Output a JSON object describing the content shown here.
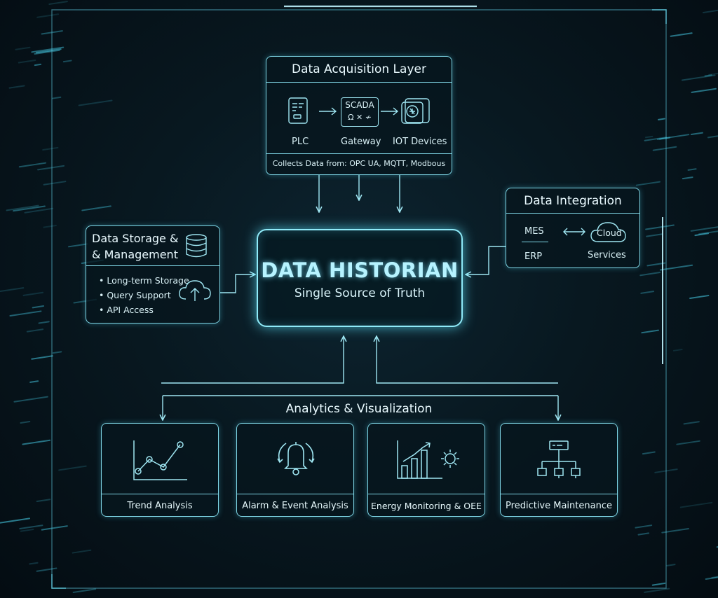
{
  "acquisition": {
    "title": "Data Acquisition Layer",
    "plc_label": "PLC",
    "scada_text": "SCADA",
    "scada_symbols": "Ω ✕ ≁",
    "gateway_label": "Gateway",
    "iot_label": "IOT Devices",
    "collects_text": "Collects Data from: OPC UA, MQTT, Modbous"
  },
  "storage": {
    "title_line1": "Data Storage &",
    "title_line2": "& Management",
    "bullets": [
      "• Long-term Storage",
      "• Query Support",
      "• API Access"
    ]
  },
  "historian": {
    "title": "DATA HISTORIAN",
    "subtitle": "Single Source of Truth"
  },
  "integration": {
    "title": "Data Integration",
    "mes_label": "MES",
    "erp_label": "ERP",
    "cloud_label": "Cloud",
    "services_label": "Services"
  },
  "analytics": {
    "title": "Analytics & Visualization",
    "panels": [
      {
        "label": "Trend Analysis",
        "icon": "line-chart-icon"
      },
      {
        "label": "Alarm & Event Analysis",
        "icon": "bell-icon"
      },
      {
        "label": "Energy Monitoring & OEE",
        "icon": "bar-chart-gear-icon"
      },
      {
        "label": "Predictive Maintenance",
        "icon": "hierarchy-icon"
      }
    ]
  },
  "colors": {
    "line": "#7fd6e6",
    "glow": "#8feaf8",
    "background": "#06121a",
    "text": "#e3f6fa"
  }
}
